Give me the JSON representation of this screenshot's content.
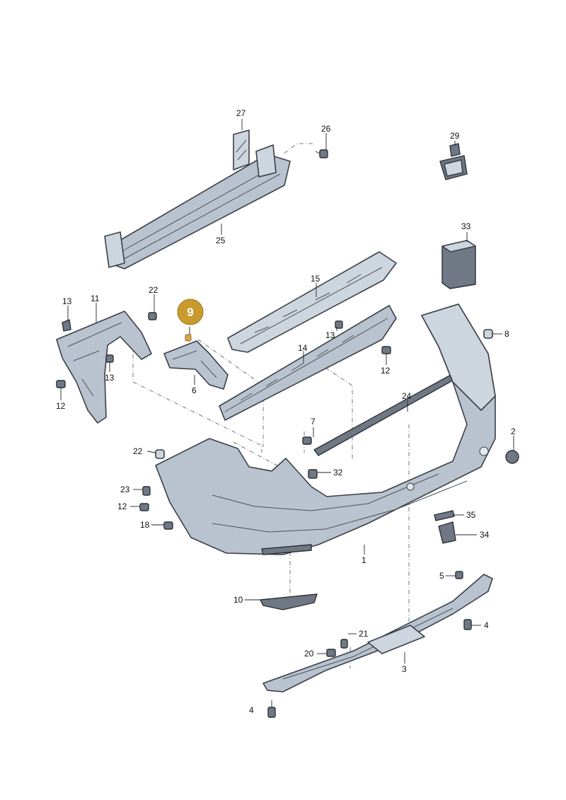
{
  "callouts": [
    {
      "id": "c27",
      "text": "27"
    },
    {
      "id": "c26",
      "text": "26"
    },
    {
      "id": "c29",
      "text": "29"
    },
    {
      "id": "c25",
      "text": "25"
    },
    {
      "id": "c33",
      "text": "33"
    },
    {
      "id": "c15",
      "text": "15"
    },
    {
      "id": "c13a",
      "text": "13"
    },
    {
      "id": "c11",
      "text": "11"
    },
    {
      "id": "c22a",
      "text": "22"
    },
    {
      "id": "c9",
      "text": "9"
    },
    {
      "id": "c13b",
      "text": "13"
    },
    {
      "id": "c8",
      "text": "8"
    },
    {
      "id": "c14",
      "text": "14"
    },
    {
      "id": "c12a",
      "text": "12"
    },
    {
      "id": "c13c",
      "text": "13"
    },
    {
      "id": "c6",
      "text": "6"
    },
    {
      "id": "c12b",
      "text": "12"
    },
    {
      "id": "c24",
      "text": "24"
    },
    {
      "id": "c7",
      "text": "7"
    },
    {
      "id": "c2",
      "text": "2"
    },
    {
      "id": "c22b",
      "text": "22"
    },
    {
      "id": "c32",
      "text": "32"
    },
    {
      "id": "c23",
      "text": "23"
    },
    {
      "id": "c12c",
      "text": "12"
    },
    {
      "id": "c35",
      "text": "35"
    },
    {
      "id": "c18",
      "text": "18"
    },
    {
      "id": "c34",
      "text": "34"
    },
    {
      "id": "c1",
      "text": "1"
    },
    {
      "id": "c5",
      "text": "5"
    },
    {
      "id": "c10",
      "text": "10"
    },
    {
      "id": "c4a",
      "text": "4"
    },
    {
      "id": "c21",
      "text": "21"
    },
    {
      "id": "c20",
      "text": "20"
    },
    {
      "id": "c3",
      "text": "3"
    },
    {
      "id": "c4b",
      "text": "4"
    }
  ],
  "highlight": {
    "text": "9",
    "color": "#c99a2e"
  }
}
